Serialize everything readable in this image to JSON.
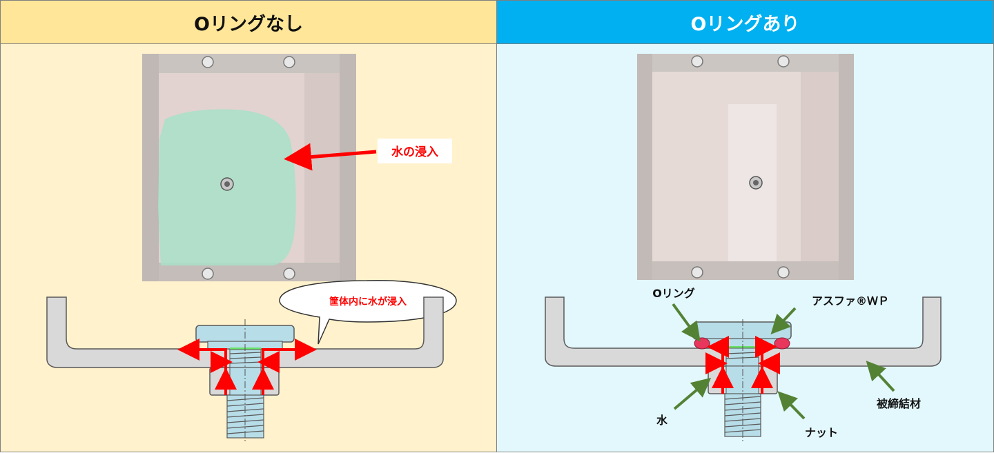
{
  "left": {
    "title": "Oリングなし",
    "callout_water": "水の浸入",
    "callout_housing": "筐体内に水が浸入"
  },
  "right": {
    "title": "Oリングあり",
    "labels": {
      "oring": "Oリング",
      "asufa": "アスファ®ＷＰ",
      "water": "水",
      "nut": "ナット",
      "fastened": "被締結材"
    }
  },
  "colors": {
    "left_bg": "#fff2cc",
    "left_header": "#ffe699",
    "right_bg": "#e3f8fd",
    "right_header": "#00b0f0",
    "arrow_red": "#ff0000",
    "arrow_green": "#548235",
    "oring_red": "#e8365d",
    "bolt_blue": "#b7dde8"
  }
}
